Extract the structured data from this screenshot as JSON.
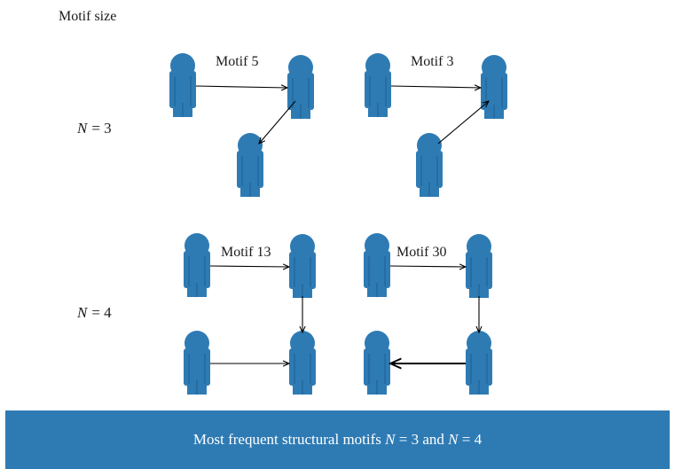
{
  "header": {
    "motif_size_label": "Motif size"
  },
  "rows": [
    {
      "n_var": "N",
      "n_value": "= 3"
    },
    {
      "n_var": "N",
      "n_value": "= 4"
    }
  ],
  "motifs": [
    {
      "id": "motif-5",
      "label": "Motif 5",
      "edges": [
        [
          "A",
          "B"
        ],
        [
          "B",
          "C"
        ]
      ]
    },
    {
      "id": "motif-3",
      "label": "Motif 3",
      "edges": [
        [
          "A",
          "B"
        ],
        [
          "C",
          "B"
        ]
      ]
    },
    {
      "id": "motif-13",
      "label": "Motif 13",
      "edges": [
        [
          "A",
          "B"
        ],
        [
          "B",
          "D"
        ],
        [
          "C",
          "D"
        ]
      ]
    },
    {
      "id": "motif-30",
      "label": "Motif 30",
      "edges": [
        [
          "A",
          "B"
        ],
        [
          "B",
          "D"
        ],
        [
          "D",
          "C"
        ]
      ]
    }
  ],
  "caption": {
    "prefix": "Most frequent structural motifs ",
    "var1": "N",
    "mid": " = 3 and ",
    "var2": "N",
    "suffix": " = 4"
  },
  "colors": {
    "node": "#2e7bb4",
    "banner": "#2e7bb4",
    "edge": "#000000"
  },
  "icons": {
    "node": "person-icon"
  }
}
